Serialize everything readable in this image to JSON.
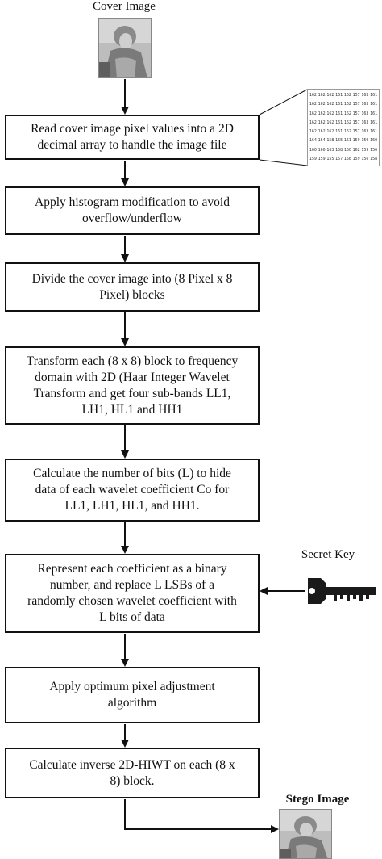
{
  "labels": {
    "cover_image": "Cover Image",
    "secret_key": "Secret Key",
    "stego_image": "Stego Image"
  },
  "steps": [
    {
      "line1": "Read cover image pixel values into a 2D",
      "line2": "decimal array to handle the image file"
    },
    {
      "line1": "Apply histogram modification to avoid",
      "line2": "overflow/underflow"
    },
    {
      "line1": "Divide the cover image into (8 Pixel x 8",
      "line2": "Pixel) blocks"
    },
    {
      "line1": "Transform each (8 x 8) block to frequency",
      "line2": "domain with 2D (Haar Integer Wavelet",
      "line3": "Transform and get four sub-bands LL1,",
      "line4": "LH1, HL1 and HH1"
    },
    {
      "line1": "Calculate the number of bits (L) to hide",
      "line2": "data of each wavelet coefficient Co for",
      "line3": "LL1, LH1, HL1, and HH1."
    },
    {
      "line1": "Represent each coefficient as a binary",
      "line2": "number, and replace L LSBs of a",
      "line3": "randomly chosen wavelet coefficient with",
      "line4": "L bits of data"
    },
    {
      "line1": "Apply optimum pixel adjustment",
      "line2": "algorithm"
    },
    {
      "line1": "Calculate inverse 2D-HIWT on each (8 x",
      "line2": "8) block."
    }
  ],
  "pixel_array": [
    [
      "162",
      "162",
      "162",
      "161",
      "162",
      "157",
      "163",
      "161"
    ],
    [
      "162",
      "162",
      "162",
      "161",
      "162",
      "157",
      "163",
      "161"
    ],
    [
      "162",
      "162",
      "162",
      "161",
      "162",
      "157",
      "163",
      "161"
    ],
    [
      "162",
      "162",
      "162",
      "161",
      "162",
      "157",
      "163",
      "161"
    ],
    [
      "162",
      "162",
      "162",
      "161",
      "162",
      "157",
      "163",
      "161"
    ],
    [
      "164",
      "164",
      "158",
      "155",
      "161",
      "159",
      "159",
      "160"
    ],
    [
      "160",
      "160",
      "163",
      "158",
      "160",
      "162",
      "159",
      "156"
    ],
    [
      "159",
      "159",
      "155",
      "157",
      "158",
      "159",
      "156",
      "158"
    ]
  ],
  "colors": {
    "line": "#111111",
    "key": "#1a1a1a"
  },
  "icons": {
    "key": "key-icon"
  }
}
